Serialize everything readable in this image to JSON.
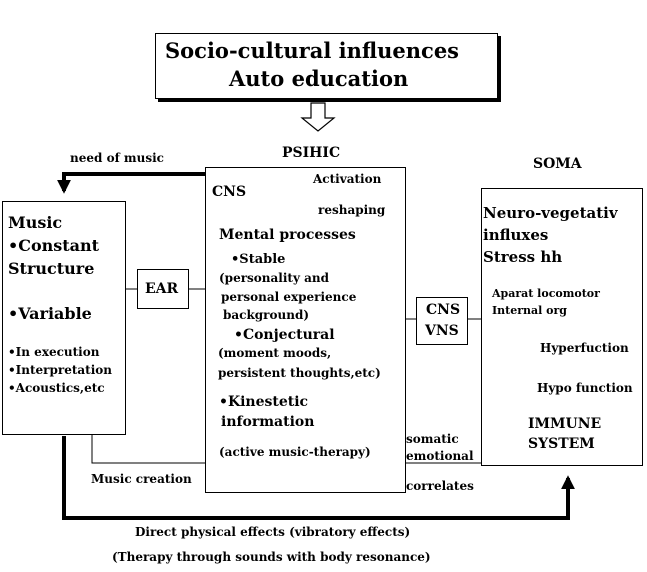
{
  "header": {
    "line1": "Socio-cultural influences",
    "line2": "Auto education"
  },
  "psihic": {
    "title": "PSIHIC",
    "cns": "CNS",
    "activation": "Activation",
    "reshaping": "reshaping",
    "mental_processes": "Mental processes",
    "stable": "•Stable",
    "stable_desc_1": "(personality and",
    "stable_desc_2": "personal experience",
    "stable_desc_3": "background)",
    "conjectural": "•Conjectural",
    "conjectural_desc_1": "(moment moods,",
    "conjectural_desc_2": "persistent thoughts,etc)",
    "kinestetic_1": "•Kinestetic",
    "kinestetic_2": "information",
    "kinestetic_desc": "(active music-therapy)"
  },
  "music": {
    "title": "Music",
    "constant_1": "•Constant",
    "constant_2": "Structure",
    "variable": "•Variable",
    "item_1": "•In execution",
    "item_2": "•Interpretation",
    "item_3": "•Acoustics,etc"
  },
  "ear": {
    "label": "EAR"
  },
  "cns_vns": {
    "line1": "CNS",
    "line2": "VNS"
  },
  "soma": {
    "title": "SOMA",
    "neuro_1": "Neuro-vegetativ",
    "neuro_2": "influxes",
    "stress": "Stress hh",
    "aparat": "Aparat locomotor",
    "internal": "Internal org",
    "hyperfunction": "Hyperfuction",
    "hypofunction": "Hypo function",
    "immune_1": "IMMUNE",
    "immune_2": "SYSTEM"
  },
  "labels": {
    "need_of_music": "need of music",
    "music_creation": "Music creation",
    "somatic": "somatic",
    "emotional": "emotional",
    "correlates": "correlates",
    "direct_effects": "Direct physical effects (vibratory effects)",
    "therapy": "(Therapy through sounds with body resonance)"
  }
}
